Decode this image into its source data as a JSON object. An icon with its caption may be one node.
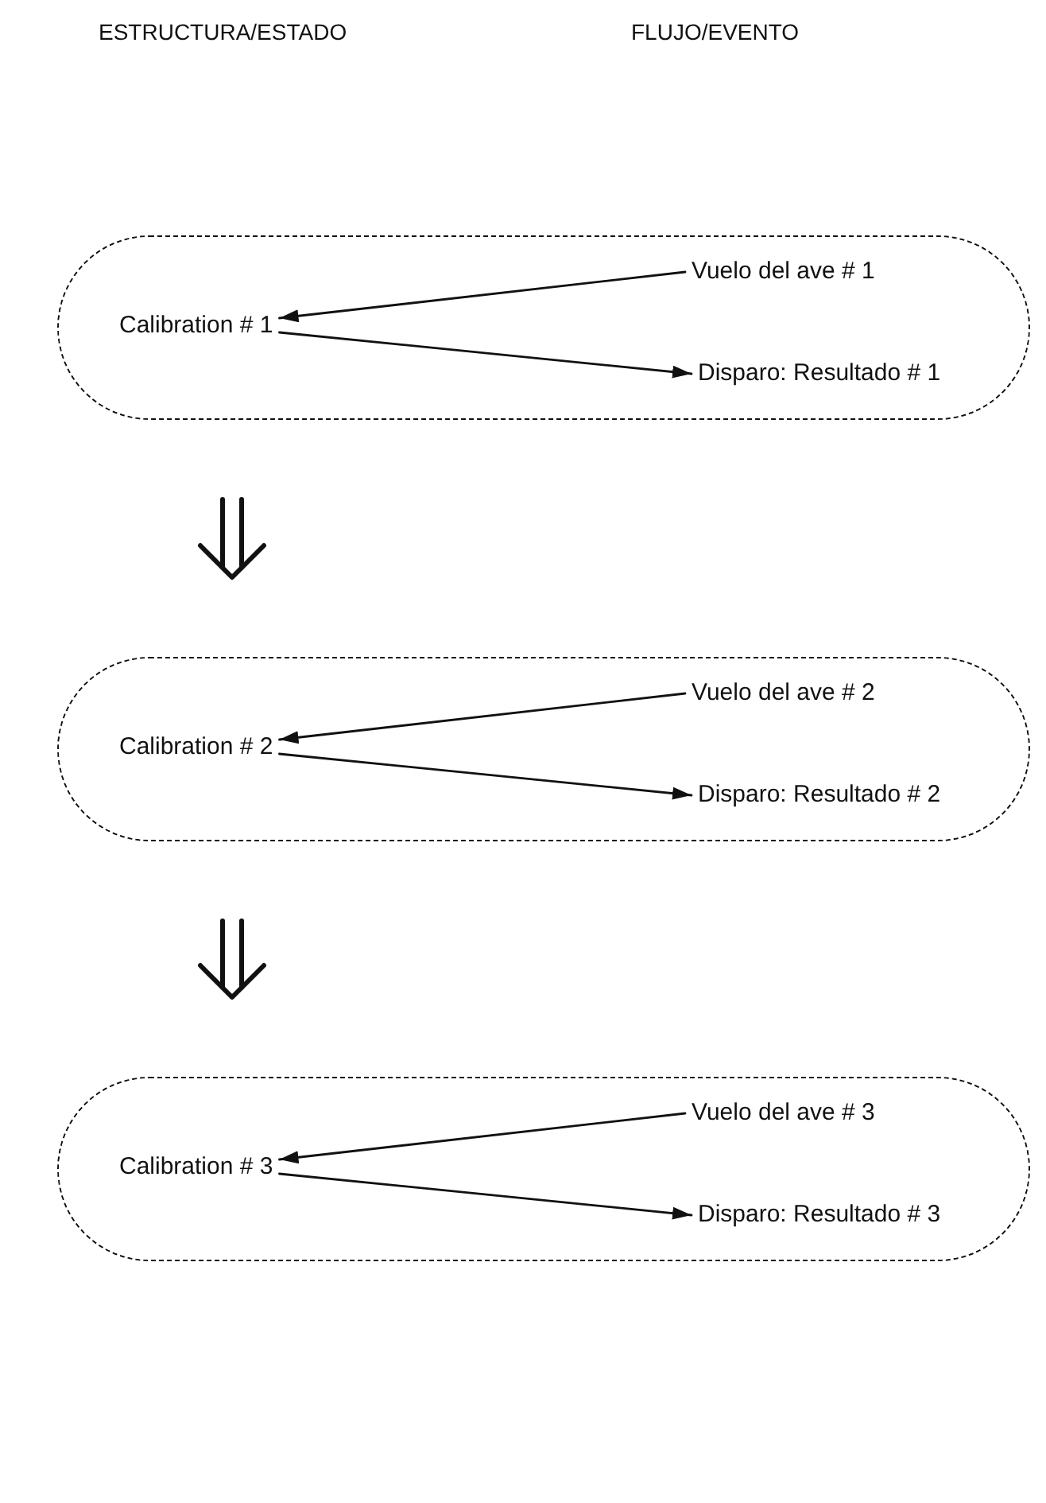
{
  "diagram": {
    "nodes": [
      {
        "text": [],
        "shape": "box"
      },
      {
        "text": [
          "Vuelo del ave # 1"
        ],
        "in": 0
      },
      {
        "text": [
          "Calibration # 1"
        ],
        "in": 0
      },
      {
        "text": [
          "Disparo: Resultado # 1"
        ],
        "in": 0
      },
      {
        "text": [],
        "shape": "box"
      },
      {
        "text": [
          "Vuelo del ave # 2"
        ],
        "in": 4
      },
      {
        "text": [
          "Calibration # 2"
        ],
        "in": 4
      },
      {
        "text": [
          "Disparo: Resultado # 2"
        ],
        "in": 4
      },
      {
        "text": [],
        "shape": "box"
      },
      {
        "text": [
          "Vuelo del ave # 3"
        ],
        "in": 8
      },
      {
        "text": [
          "Calibration # 3"
        ],
        "in": 8
      },
      {
        "text": [
          "Disparo: Resultado # 3"
        ],
        "in": 8
      }
    ],
    "edges": [
      {
        "from": 1,
        "to": 2,
        "arrow": "to"
      },
      {
        "from": 2,
        "to": 3,
        "arrow": "to"
      },
      {
        "from": 0,
        "to": 4,
        "arrow": "to",
        "style": "thick"
      },
      {
        "from": 5,
        "to": 6,
        "arrow": "to"
      },
      {
        "from": 6,
        "to": 7,
        "arrow": "to"
      },
      {
        "from": 4,
        "to": 8,
        "arrow": "to",
        "style": "thick"
      },
      {
        "from": 9,
        "to": 10,
        "arrow": "to"
      },
      {
        "from": 10,
        "to": 11,
        "arrow": "to"
      }
    ],
    "labels": [
      "ESTRUCTURA/ESTADO",
      "FLUJO/EVENTO"
    ]
  }
}
